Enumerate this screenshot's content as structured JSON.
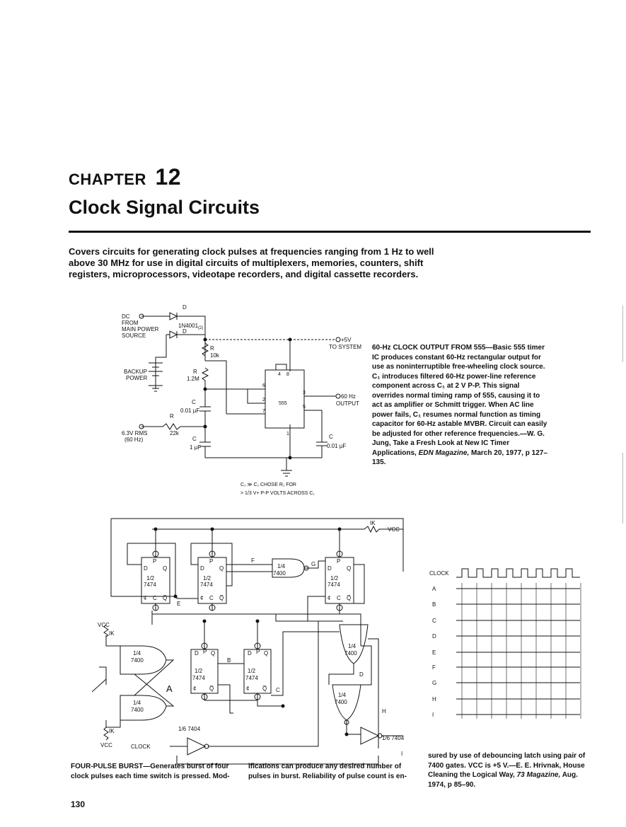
{
  "chapter": {
    "label": "CHAPTER",
    "number": "12",
    "title": "Clock Signal Circuits"
  },
  "intro": "Covers circuits for generating clock pulses at frequencies ranging from 1 Hz to well above 30 MHz for use in digital circuits of multiplexers, memories, counters, shift registers, microprocessors, videotape recorders, and digital cassette recorders.",
  "fig1": {
    "labels": {
      "dc": "DC",
      "from": "FROM",
      "main_power": "MAIN POWER",
      "source": "SOURCE",
      "d1": "D",
      "d1_sub": "1",
      "diode": "1N4001",
      "diode_qty": "(2)",
      "d2": "D",
      "d2_sub": "2",
      "r2": "R",
      "r2_sub": "2",
      "r2_val": "10k",
      "backup": "BACKUP",
      "power": "POWER",
      "r1": "R",
      "r1_sub": "1",
      "r1_val": "1.2M",
      "c1": "C",
      "c1_sub": "1",
      "c1_val": "0.01 µF",
      "r1b": "R",
      "r1b_sub": "1",
      "r1b_val": "22k",
      "ac_in": "6.3V RMS",
      "ac_freq": "(60 Hz)",
      "c1b": "C",
      "c1b_sub": "1",
      "c1b_val": "1 µF",
      "plus5": "+5V",
      "to_system": "TO SYSTEM",
      "out_freq": "60 Hz",
      "output": "OUTPUT",
      "ic": "555",
      "pin4": "4",
      "pin8": "8",
      "pin6": "6",
      "pin2": "2",
      "pin7": "7",
      "pin3": "3",
      "pin5": "5",
      "pin1": "1",
      "c2": "C",
      "c2_sub": "2",
      "c2_val": "0.01 µF",
      "note1": "C₁ ≫ C₁ CHOSE R₁ FOR",
      "note2": "> 1/3 V+ P-P VOLTS ACROSS C₁"
    },
    "caption_title": "60-Hz CLOCK OUTPUT FROM 555",
    "caption_body": "—Basic 555 timer IC produces constant 60-Hz rectangular output for use as noninterruptible free-wheeling clock source. C₁ introduces filtered 60-Hz power-line reference component across C₁ at 2 V P-P. This signal overrides normal timing ramp of 555, causing it to act as amplifier or Schmitt trigger. When AC line power fails, C₁ resumes normal function as timing capacitor for 60-Hz astable MVBR. Circuit can easily be adjusted for other reference frequencies.—W. G. Jung, Take a Fresh Look at New IC Timer Applications, ",
    "caption_source": "EDN Magazine,",
    "caption_end": " March 20, 1977, p 127–135."
  },
  "fig2": {
    "labels": {
      "ik_top": "IK",
      "vcc_top": "VCC",
      "ff_half": "1/2",
      "ff_part": "7474",
      "ff_d": "D",
      "ff_q": "Q",
      "ff_p": "P",
      "ff_c": "C",
      "ff_qbar": "Q̅",
      "ff_clk": "¢",
      "gate_q": "1/4",
      "gate_part": "7400",
      "e": "E",
      "f": "F",
      "g": "G",
      "b": "B",
      "c": "C",
      "d": "D",
      "h": "H",
      "a": "A",
      "vcc_left": "VCC",
      "ik_left": "IK",
      "ik_left2": "IK",
      "vcc_bot": "VCC",
      "clock": "CLOCK",
      "inv": "1/6 7404",
      "inv2": "1/6 7404",
      "i": "I"
    }
  },
  "timing": {
    "signals": [
      "CLOCK",
      "A",
      "B",
      "C",
      "D",
      "E",
      "F",
      "G",
      "H",
      "I"
    ]
  },
  "fig2_caption": {
    "title": "FOUR-PULSE BURST",
    "col1": "—Generates burst of four clock pulses each time switch is pressed. Mod-",
    "col2": "ifications can produce any desired number of pulses in burst. Reliability of pulse count is en-",
    "col3_a": "sured by use of debouncing latch using pair of 7400 gates. VCC is +5 V.—E. E. Hrivnak, House Cleaning the Logical Way, ",
    "col3_src": "73 Magazine,",
    "col3_b": " Aug. 1974, p 85–90."
  },
  "page_number": "130"
}
